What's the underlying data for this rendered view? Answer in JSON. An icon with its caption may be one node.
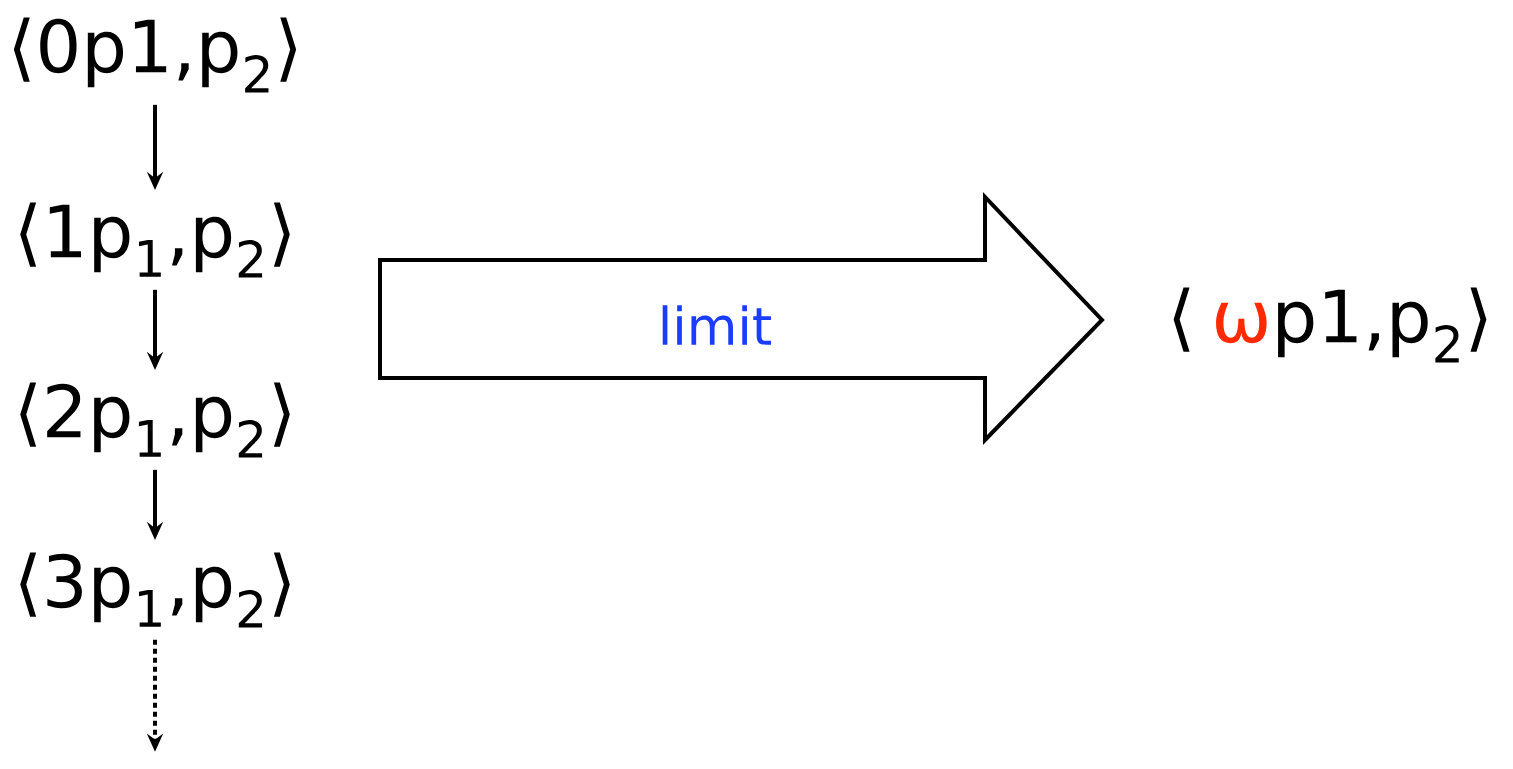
{
  "diagram": {
    "nodes": [
      {
        "text": [
          "⟨0p1,p$_{2}$⟩"
        ]
      },
      {
        "text": [
          "⟨1p$_{1}$,p$_{2}$⟩"
        ]
      },
      {
        "text": [
          "⟨2p$_{1}$,p$_{2}$⟩"
        ]
      },
      {
        "text": [
          "⟨3p$_{1}$,p$_{2}$⟩"
        ]
      },
      {
        "text": [
          "limit"
        ]
      },
      {
        "text": [
          "⟨",
          "ω",
          "p1,p$_{2}$⟩"
        ]
      }
    ],
    "edges": [
      {
        "from": 0,
        "to": 1,
        "arrow": "to"
      },
      {
        "from": 1,
        "to": 2,
        "arrow": "to"
      },
      {
        "from": 2,
        "to": 3,
        "arrow": "to"
      },
      {
        "from": 3,
        "to": null,
        "arrow": "to",
        "style": "dashed"
      }
    ]
  }
}
